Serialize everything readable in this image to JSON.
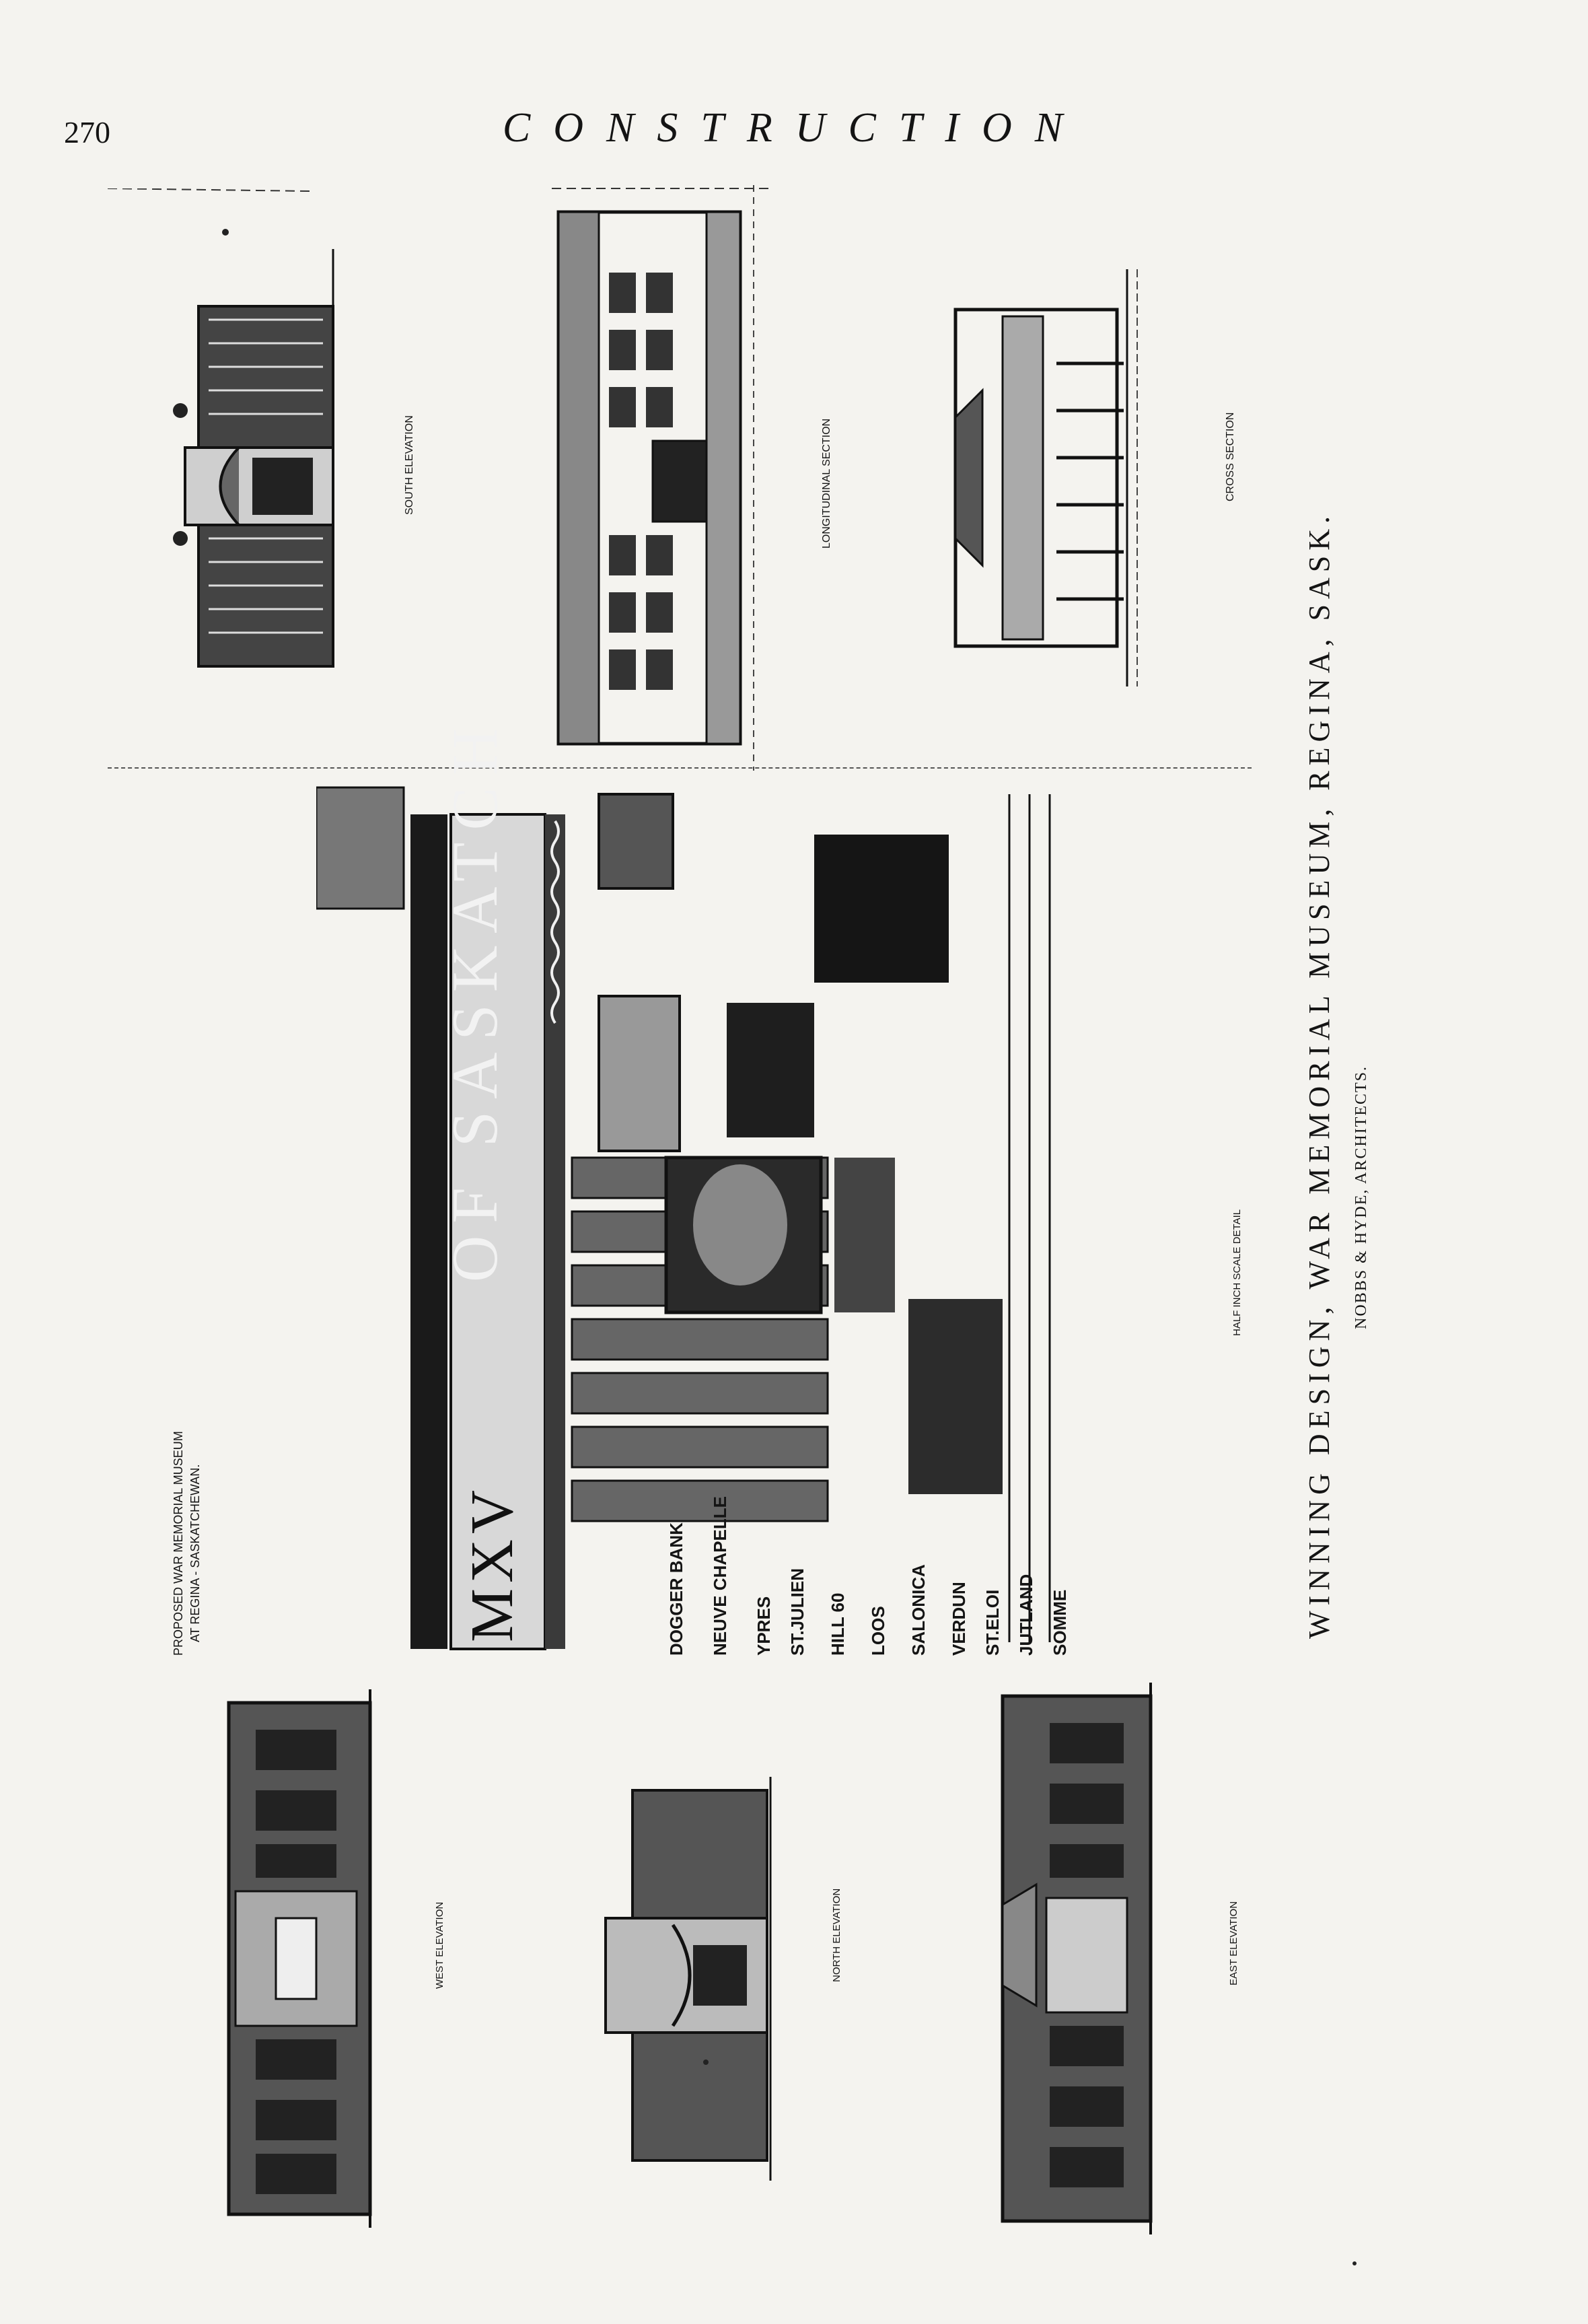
{
  "page": {
    "number": "270",
    "running_head": "CONSTRUCTION"
  },
  "drawings": {
    "south_elevation": "SOUTH ELEVATION",
    "longitudinal_section": "LONGITUDINAL SECTION",
    "cross_section": "CROSS SECTION",
    "half_inch_detail": "HALF INCH SCALE DETAIL",
    "west_elevation": "WEST ELEVATION",
    "north_elevation": "NORTH ELEVATION",
    "east_elevation": "EAST ELEVATION"
  },
  "detail_sheet": {
    "title_line1": "PROPOSED WAR MEMORIAL MUSEUM",
    "title_line2": "AT REGINA - SASKATCHEWAN.",
    "frieze_text": "OF SASKATCH",
    "date_text": "MXV",
    "battle_honours": [
      "DOGGER BANK",
      "NEUVE CHAPELLE",
      "YPRES",
      "ST.JULIEN",
      "HILL 60",
      "LOOS",
      "SALONICA",
      "VERDUN",
      "ST.ELOI",
      "JUTLAND",
      "SOMME"
    ]
  },
  "caption": {
    "title": "WINNING DESIGN, WAR MEMORIAL MUSEUM, REGINA, SASK.",
    "architects": "NOBBS & HYDE, ARCHITECTS."
  }
}
